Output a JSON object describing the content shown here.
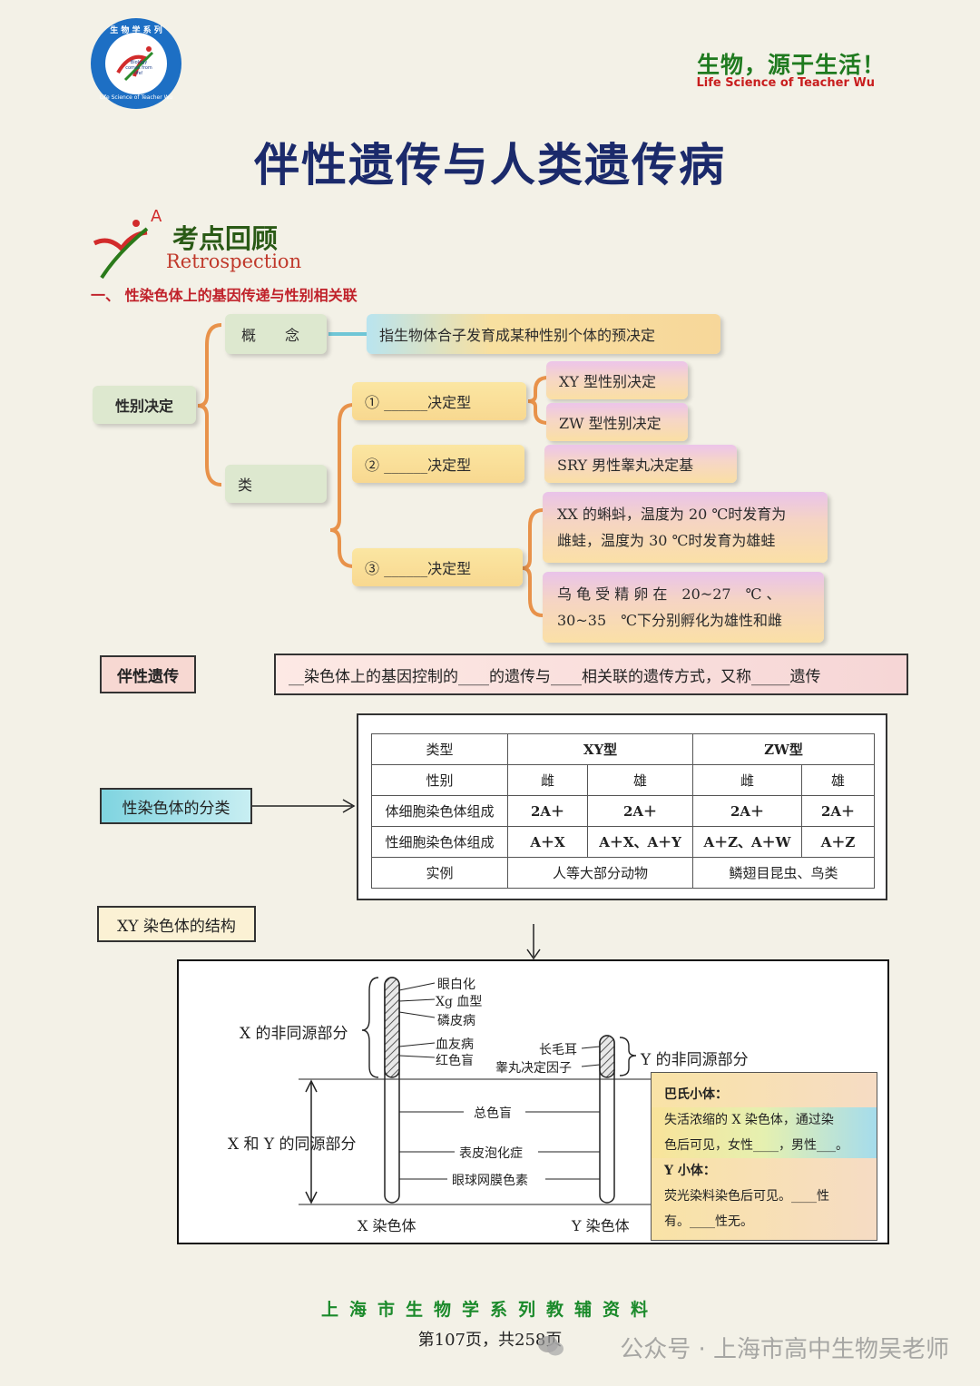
{
  "header": {
    "logo": {
      "ring_top": "生 物 学 系 列",
      "ring_bottom": "Life Science of Teacher Wu",
      "center": "Biology comes from life!"
    },
    "slogan": "生物，源于生活！",
    "slogan_en": "Life Science of Teacher Wu"
  },
  "title": "伴性遗传与人类遗传病",
  "review": {
    "cn": "考点回顾",
    "en": "Retrospection",
    "mark": "A"
  },
  "section1": "一、 性染色体上的基因传递与性别相关联",
  "mindmap": {
    "root": "性别决定",
    "concept_label": "概　　念",
    "concept_text": "指生物体合子发育成某种性别个体的预决定",
    "type_label": "类",
    "type1": "① ______决定型",
    "type1_items": [
      "XY 型性别决定",
      "ZW 型性别决定"
    ],
    "type2": "② ______决定型",
    "type2_item": "SRY 男性睾丸决定基",
    "type3": "③ ______决定型",
    "type3_item1": [
      "XX 的蝌蚪，温度为 20 ℃时发育为",
      "雌蛙，温度为 30 ℃时发育为雄蛙"
    ],
    "type3_item2": [
      "乌 龟 受 精 卵 在　20~27　℃ 、",
      "30~35　℃下分别孵化为雄性和雌"
    ]
  },
  "sex_linked": {
    "label": "伴性遗传",
    "definition": "__染色体上的基因控制的____的遗传与____相关联的遗传方式，又称_____遗传"
  },
  "classification": {
    "label": "性染色体的分类",
    "table": {
      "header1": [
        "类型",
        "XY型",
        "ZW型"
      ],
      "header2": [
        "性别",
        "雌",
        "雄",
        "雌",
        "雄"
      ],
      "rows": [
        [
          "体细胞染色体组成",
          "2A＋",
          "2A＋",
          "2A＋",
          "2A＋"
        ],
        [
          "性细胞染色体组成",
          "A＋X",
          "A＋X、A＋Y",
          "A＋Z、A＋W",
          "A＋Z"
        ]
      ],
      "example": [
        "实例",
        "人等大部分动物",
        "鳞翅目昆虫、鸟类"
      ]
    }
  },
  "xy_structure": {
    "label": "XY 染色体的结构",
    "x_nonhomo": "X 的非同源部分",
    "xy_homo": "X 和 Y 的同源部分",
    "y_nonhomo": "Y 的非同源部分",
    "x_genes": [
      "眼白化",
      "Xg 血型",
      "磷皮病",
      "血友病",
      "红色盲"
    ],
    "y_genes": [
      "长毛耳",
      "睾丸决定因子"
    ],
    "shared_genes": [
      "总色盲",
      "表皮泡化症",
      "眼球网膜色素"
    ],
    "x_label": "X 染色体",
    "y_label": "Y 染色体",
    "barr": {
      "title": "巴氏小体：",
      "line1": "失活浓缩的 X 染色体，通过染",
      "line2": "色后可见，女性____，男性___。",
      "y_title": "Y 小体：",
      "y_line1": "荧光染料染色后可见。____性",
      "y_line2": "有。____性无。"
    }
  },
  "footer": {
    "series": "上海市生物学系列教辅资料",
    "page": "第107页，共258页",
    "watermark": "公众号 · 上海市高中生物吴老师"
  },
  "colors": {
    "title": "#1b2a6b",
    "slogan": "#1f7a1f",
    "accent_red": "#c0212a",
    "footer_green": "#1b8a2b",
    "bracket": "#e8924a"
  }
}
